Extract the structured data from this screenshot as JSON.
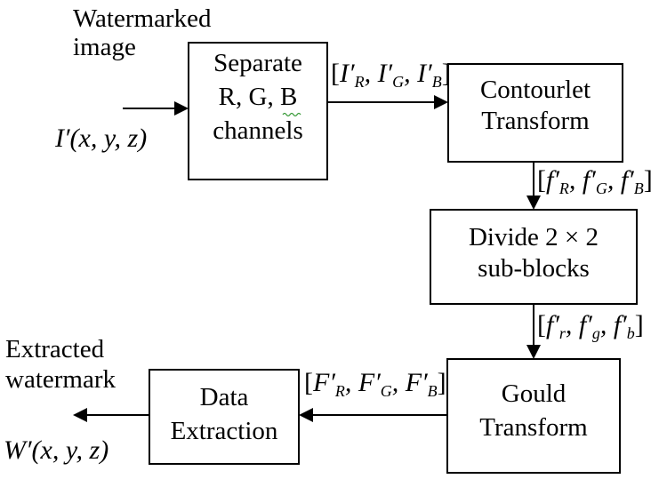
{
  "input": {
    "caption_line1": "Watermarked",
    "caption_line2": "image",
    "symbol": "I′(x, y, z)"
  },
  "blocks": {
    "separate": {
      "line1": "Separate",
      "line2": "R, G, B",
      "line3": "channels"
    },
    "contourlet": {
      "line1": "Contourlet",
      "line2": "Transform"
    },
    "divide": {
      "line1": "Divide 2 × 2",
      "line2": "sub-blocks"
    },
    "gould": {
      "line1": "Gould",
      "line2": "Transform"
    },
    "extraction": {
      "line1": "Data",
      "line2": "Extraction"
    }
  },
  "signals": {
    "separated_channels": "[I′R, I′G, I′B]",
    "contourlet_coeffs": "[f′R, f′G, f′B]",
    "sub_block_coeffs": "[f′r, f′g, f′b]",
    "gould_coeffs": "[F′R, F′G, F′B]"
  },
  "output": {
    "caption_line1": "Extracted",
    "caption_line2": "watermark",
    "symbol": "W′(x, y, z)"
  }
}
